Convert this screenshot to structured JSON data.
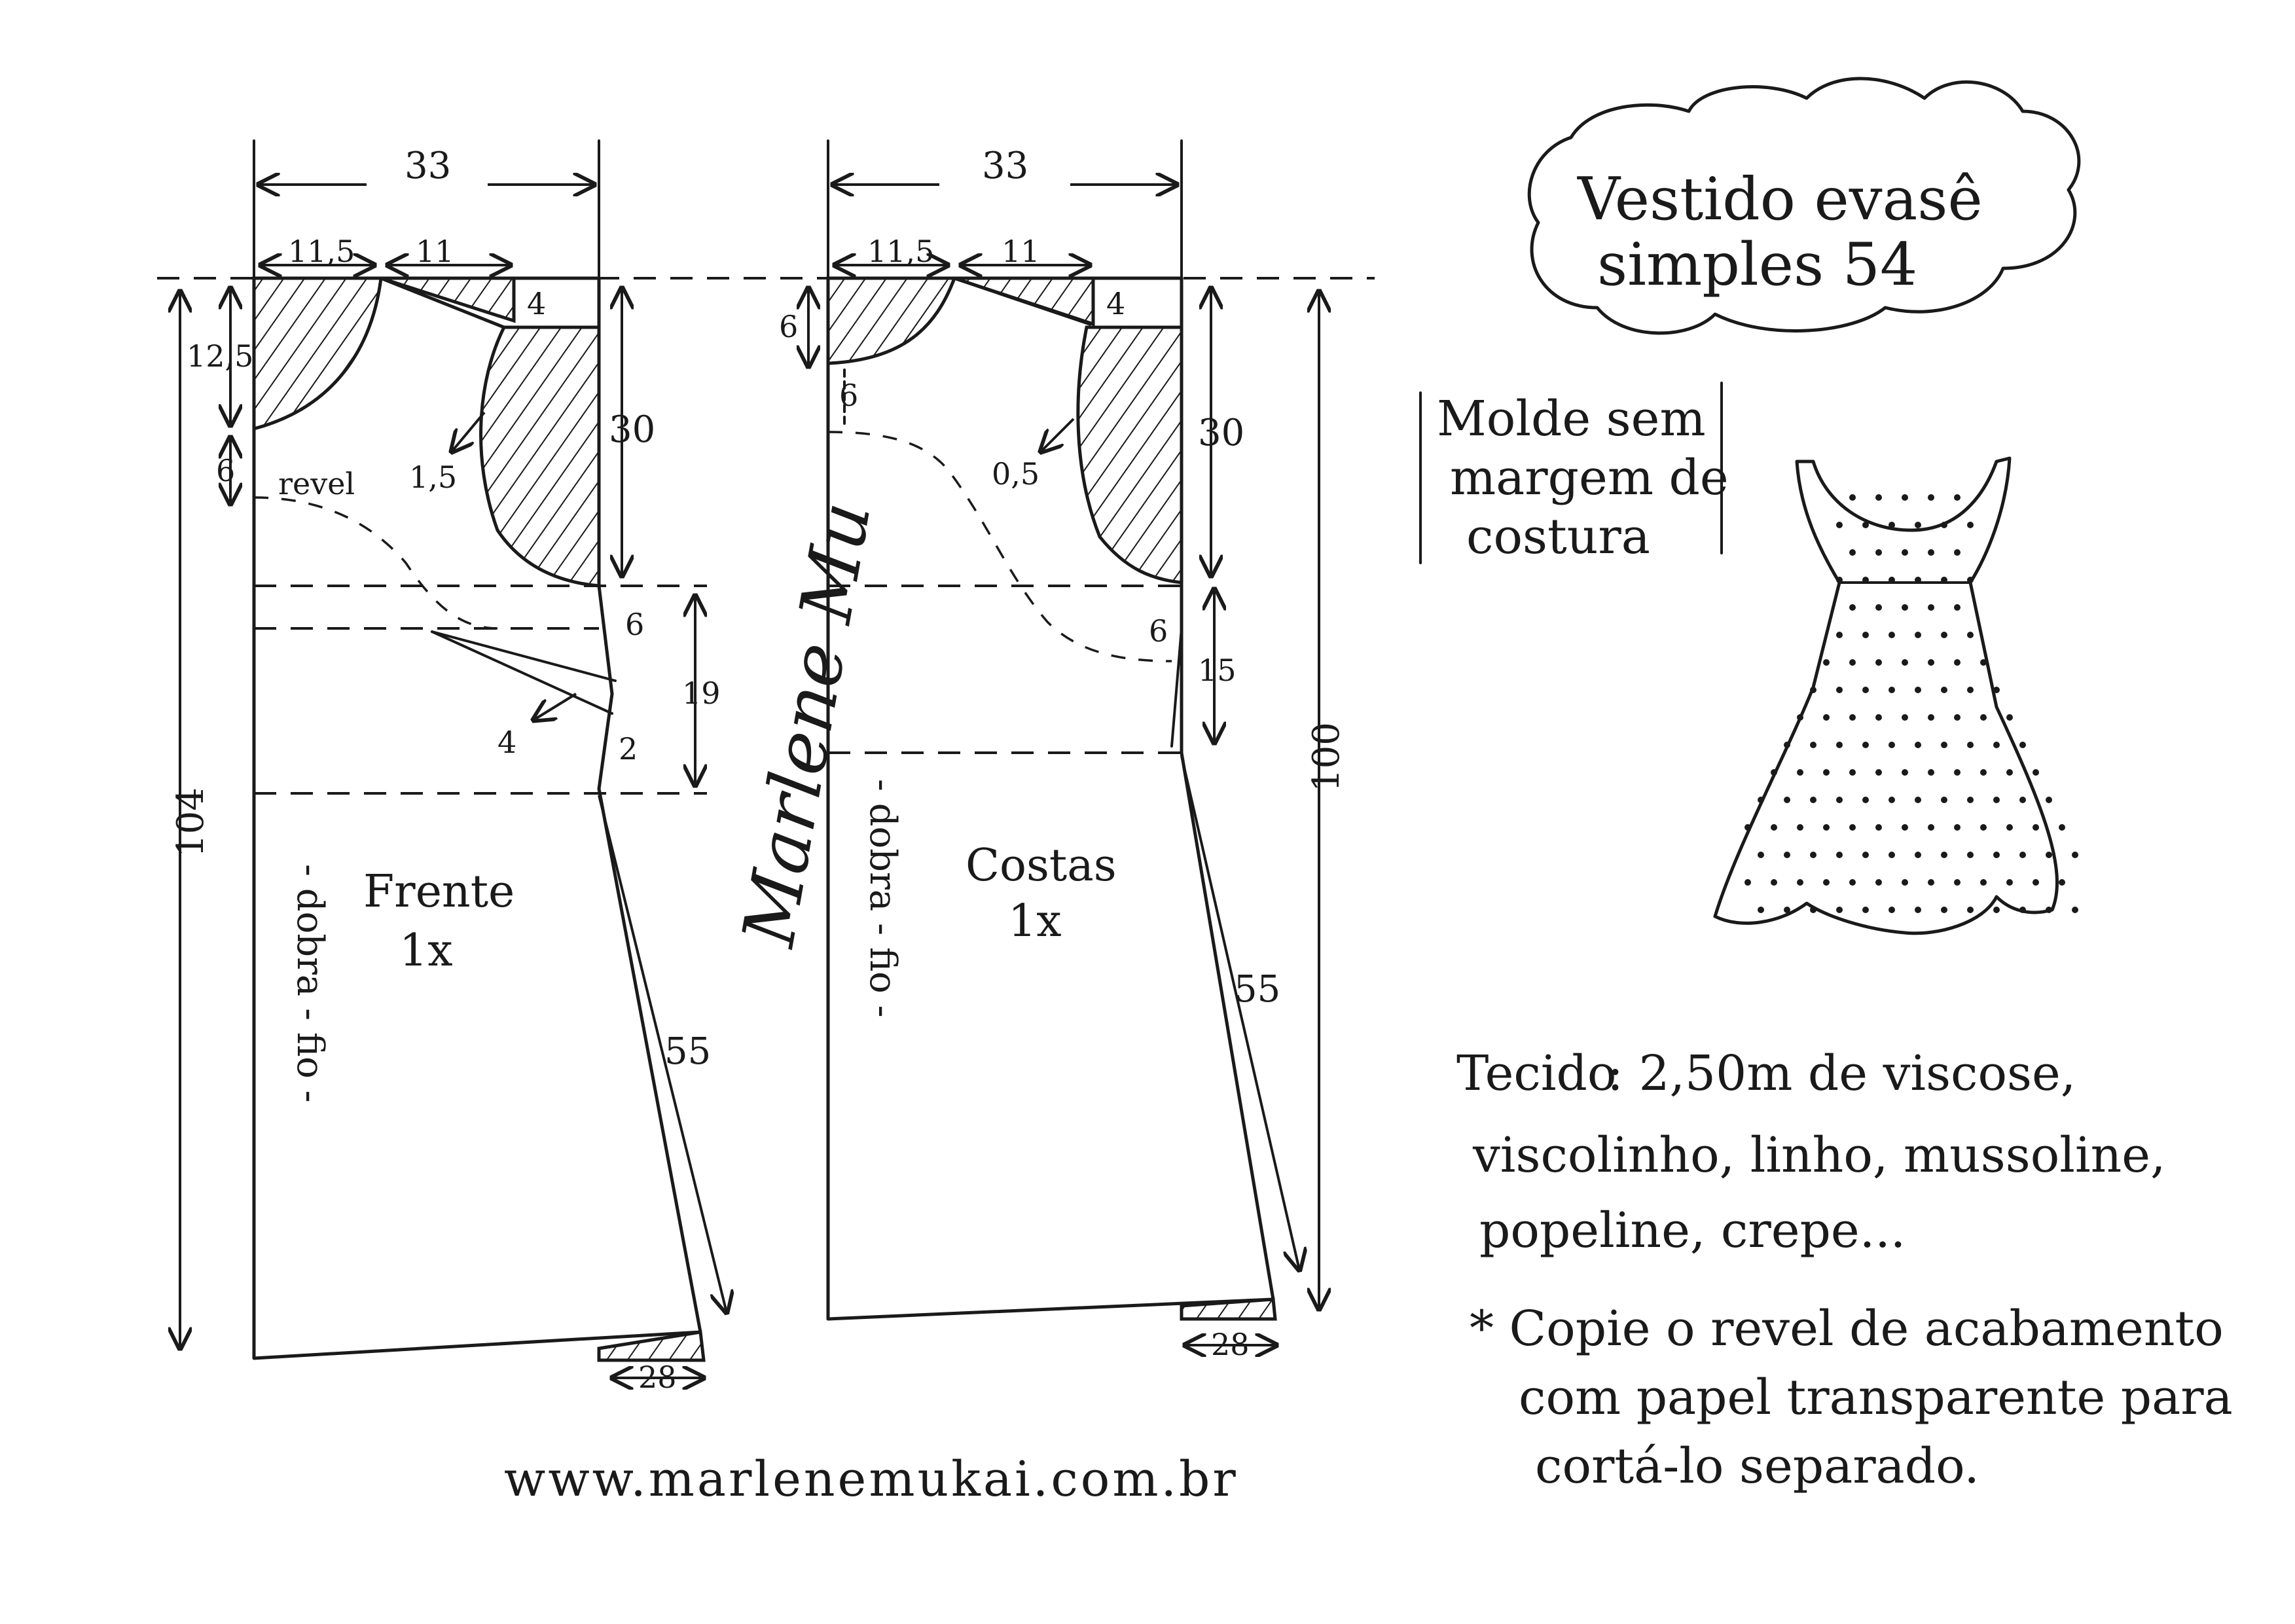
{
  "title": {
    "line1": "Vestido evasê",
    "line2": "simples 54"
  },
  "mold_note": {
    "line1": "Molde sem",
    "line2": "margem de",
    "line3": "costura"
  },
  "front": {
    "label": "Frente",
    "count": "1x",
    "fold": "- dobra - fio -",
    "width_top": "33",
    "shoulder_left": "11,5",
    "shoulder_right": "11",
    "shoulder_drop": "4",
    "neck_depth": "12,5",
    "neck_facing": "6",
    "facing_label": "revel",
    "armhole_offset": "1,5",
    "armhole_height": "30",
    "dart_top": "6",
    "dart_width": "4",
    "dart_side": "2",
    "waist_height": "19",
    "skirt_length": "55",
    "total_length": "104",
    "hem_flare": "28"
  },
  "back": {
    "label": "Costas",
    "count": "1x",
    "fold": "- dobra - fio -",
    "width_top": "33",
    "shoulder_left": "11,5",
    "shoulder_right": "11",
    "shoulder_drop": "4",
    "neck_depth": "6",
    "neck_facing": "6",
    "armhole_offset": "0,5",
    "armhole_height": "30",
    "dart_top": "6",
    "waist_height": "15",
    "skirt_length": "55",
    "total_length": "100",
    "hem_flare": "28"
  },
  "fabric": {
    "heading": "Tecido",
    "line1": ": 2,50m de viscose,",
    "line2": "viscolinho, linho, mussoline,",
    "line3": "popeline, crepe..."
  },
  "tip": {
    "line1": "* Copie o revel de acabamento",
    "line2": "com papel transparente para",
    "line3": "cortá-lo separado."
  },
  "signature": "Marlene Mu",
  "website": "www.marlenemukai.com.br"
}
